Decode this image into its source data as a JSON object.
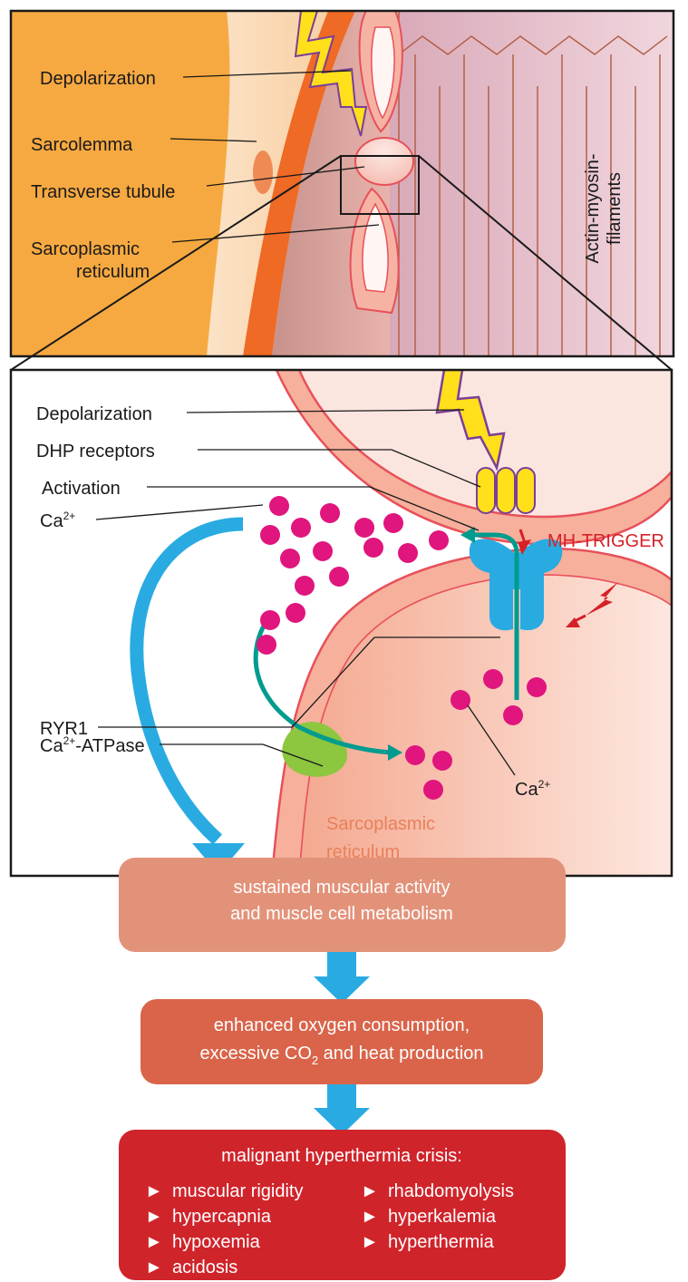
{
  "panel1": {
    "labels": {
      "depolarization": "Depolarization",
      "sarcolemma": "Sarcolemma",
      "transverse_tubule": "Transverse tubule",
      "sr_line1": "Sarcoplasmic",
      "sr_line2": "reticulum",
      "actin_line1": "Actin-myosin-",
      "actin_line2": "filaments"
    }
  },
  "panel2": {
    "labels": {
      "depolarization": "Depolarization",
      "dhp_receptors": "DHP receptors",
      "activation": "Activation",
      "ca_left_base": "Ca",
      "ca_left_sup": "2+",
      "ryr1": "RYR1",
      "atpase_base": "Ca",
      "atpase_sup": "2+",
      "atpase_suffix": "-ATPase",
      "ca_right_base": "Ca",
      "ca_right_sup": "2+",
      "mh_trigger": "MH-TRIGGER",
      "sr_line1": "Sarcoplasmic",
      "sr_line2": "reticulum"
    }
  },
  "flow": {
    "step1": {
      "line1": "sustained muscular activity",
      "line2": "and muscle cell metabolism"
    },
    "step2": {
      "line1": "enhanced oxygen consumption,",
      "line2_a": "excessive CO",
      "line2_sub": "2",
      "line2_b": " and heat production"
    },
    "step3": {
      "title": "malignant hyperthermia crisis:",
      "items_left": [
        "muscular rigidity",
        "hypercapnia",
        "hypoxemia",
        "acidosis"
      ],
      "items_right": [
        "rhabdomyolysis",
        "hyperkalemia",
        "hyperthermia"
      ],
      "bullet": "►"
    }
  },
  "colors": {
    "calcium": "#e0157d",
    "channel_blue": "#29abe2",
    "atpase_green": "#8dc63f",
    "arrow_teal": "#009b8f",
    "trigger_red": "#d62027",
    "box1": "#e3927a",
    "box2": "#d9644a",
    "box3": "#d0242b"
  }
}
